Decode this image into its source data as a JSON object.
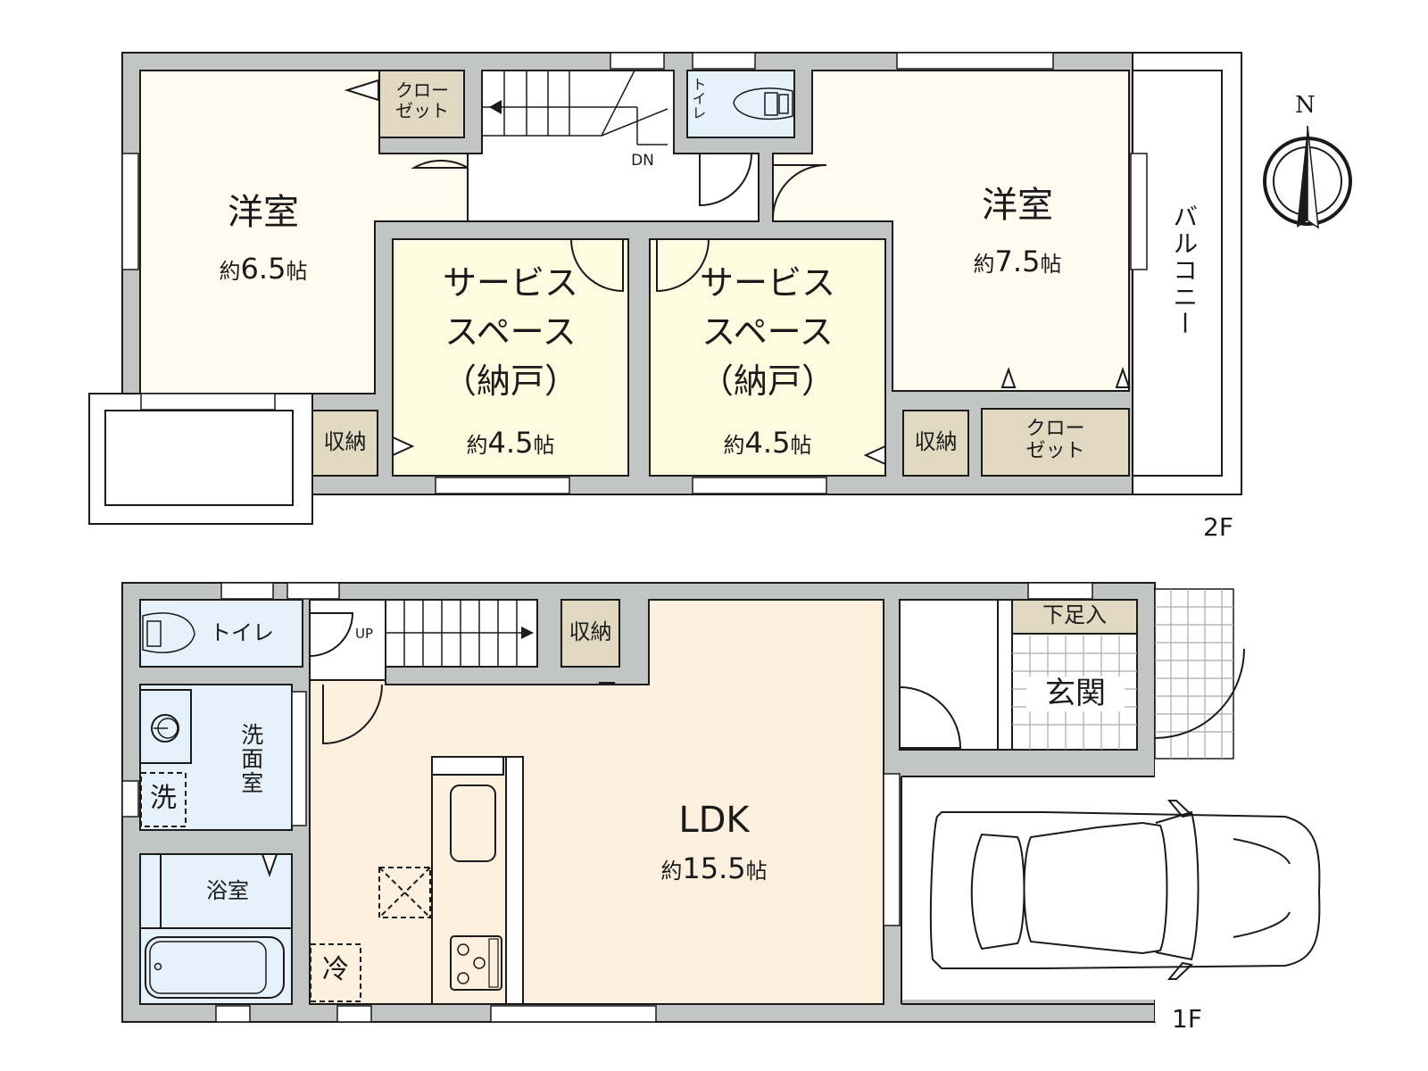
{
  "floors": {
    "upper": {
      "label": "2F",
      "rooms": {
        "west_bedroom": {
          "name": "洋室",
          "area_prefix": "約",
          "area_value": "6.5",
          "area_unit": "帖"
        },
        "west_closet": {
          "line1": "クロー",
          "line2": "ゼット"
        },
        "stairs": {
          "label": "DN"
        },
        "toilet": {
          "label": "トイレ"
        },
        "east_bedroom": {
          "name": "洋室",
          "area_prefix": "約",
          "area_value": "7.5",
          "area_unit": "帖"
        },
        "service_space_west": {
          "line1": "サービス",
          "line2": "スペース",
          "line3": "（納戸）",
          "area_prefix": "約",
          "area_value": "4.5",
          "area_unit": "帖"
        },
        "service_space_east": {
          "line1": "サービス",
          "line2": "スペース",
          "line3": "（納戸）",
          "area_prefix": "約",
          "area_value": "4.5",
          "area_unit": "帖"
        },
        "storage_west": {
          "label": "収納"
        },
        "storage_east": {
          "label": "収納"
        },
        "east_closet": {
          "line1": "クロー",
          "line2": "ゼット"
        },
        "balcony": {
          "label": "バルコニー"
        }
      }
    },
    "ground": {
      "label": "1F",
      "rooms": {
        "toilet": {
          "label": "トイレ"
        },
        "stairs": {
          "label": "UP"
        },
        "storage": {
          "label": "収納"
        },
        "washroom": {
          "label": "洗面室"
        },
        "washer": {
          "label": "洗"
        },
        "bathroom": {
          "label": "浴室"
        },
        "fridge": {
          "label": "冷"
        },
        "ldk": {
          "name": "LDK",
          "area_prefix": "約",
          "area_value": "15.5",
          "area_unit": "帖"
        },
        "shoe_storage": {
          "label": "下足入"
        },
        "entrance": {
          "label": "玄関"
        }
      }
    }
  },
  "compass": {
    "label": "N"
  },
  "colors": {
    "wall": "#c3c4c4",
    "bedroom": "#fffcef",
    "service_space": "#fffbe0",
    "ldk": "#fdf0df",
    "wet_area": "#e5f2fb",
    "storage": "#e0d8c0"
  }
}
